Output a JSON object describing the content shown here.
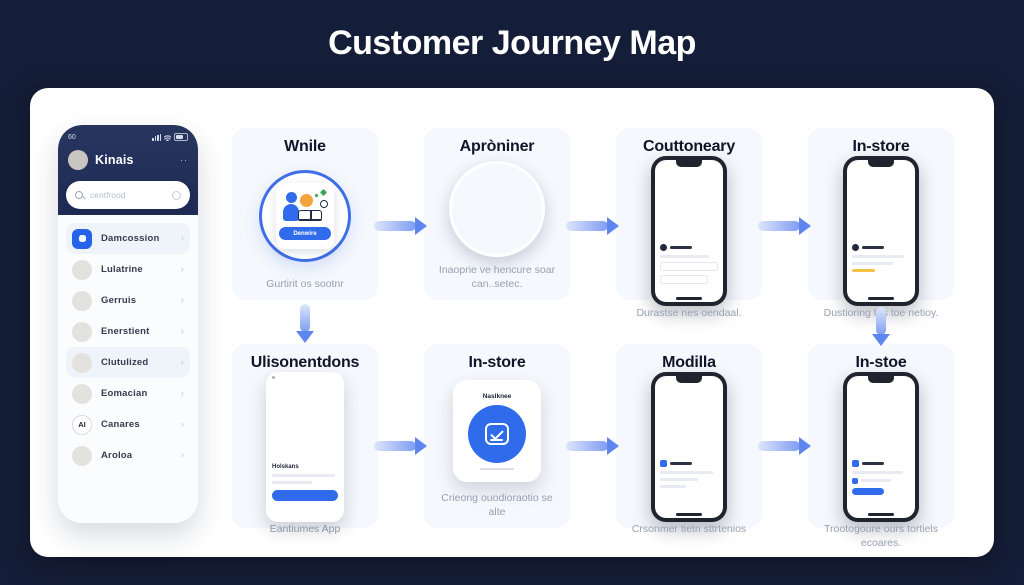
{
  "page": {
    "title": "Customer Journey Map"
  },
  "colors": {
    "background": "#151e38",
    "accent": "#2f6bea",
    "arrow": "#5f86ef",
    "panel": "#f5f8fc"
  },
  "icons": {
    "chevron": "›",
    "menu_dots": "··"
  },
  "phone": {
    "status_time": "60",
    "app_name": "Kinais",
    "search_placeholder": "centfrood",
    "list": [
      {
        "label": "Damcossion"
      },
      {
        "label": "Lulatrine"
      },
      {
        "label": "Gerruis"
      },
      {
        "label": "Enerstient"
      },
      {
        "label": "Clutulized"
      },
      {
        "label": "Eomacian"
      },
      {
        "label": "Canares",
        "badge": "AI"
      },
      {
        "label": "Aroloa"
      }
    ]
  },
  "flow": {
    "rows": [
      {
        "steps": [
          {
            "title": "Wnile",
            "caption": "Gurtirit os sootnr",
            "button": "Denwire"
          },
          {
            "title": "Apròniner",
            "caption": "Inaoprie ve hencure soar can..setec."
          },
          {
            "title": "Couttoneary",
            "caption": "Durastse nes oendaal."
          },
          {
            "title": "In-store",
            "caption": "Dustioring tris toe netioy."
          }
        ]
      },
      {
        "steps": [
          {
            "title": "Ulisonentdons",
            "caption": "Eantiumes App",
            "card_name": "Holskans"
          },
          {
            "title": "In-store",
            "caption": "Crieong ouodioraotio se alte",
            "card_label": "Naslknee"
          },
          {
            "title": "Modilla",
            "caption": "Crsonmer tietn sttrtenios"
          },
          {
            "title": "In-stoe",
            "caption": "Trootogoure ours tortiels ecoares."
          }
        ]
      }
    ]
  }
}
